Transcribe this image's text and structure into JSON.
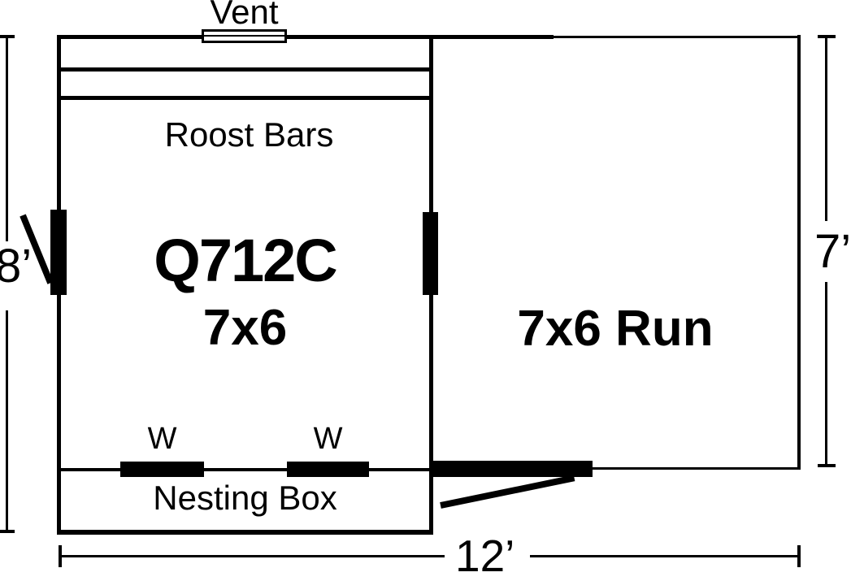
{
  "diagram": {
    "coop": {
      "model": "Q712C",
      "size": "7x6",
      "vent_label": "Vent",
      "roost_bars_label": "Roost Bars",
      "nesting_box_label": "Nesting Box",
      "window_labels": [
        "W",
        "W"
      ]
    },
    "run": {
      "label": "7x6 Run"
    },
    "dimensions": {
      "left_height": "8’",
      "right_height": "7’",
      "bottom_width": "12’"
    },
    "colors": {
      "line": "#000000",
      "background": "#ffffff"
    }
  }
}
